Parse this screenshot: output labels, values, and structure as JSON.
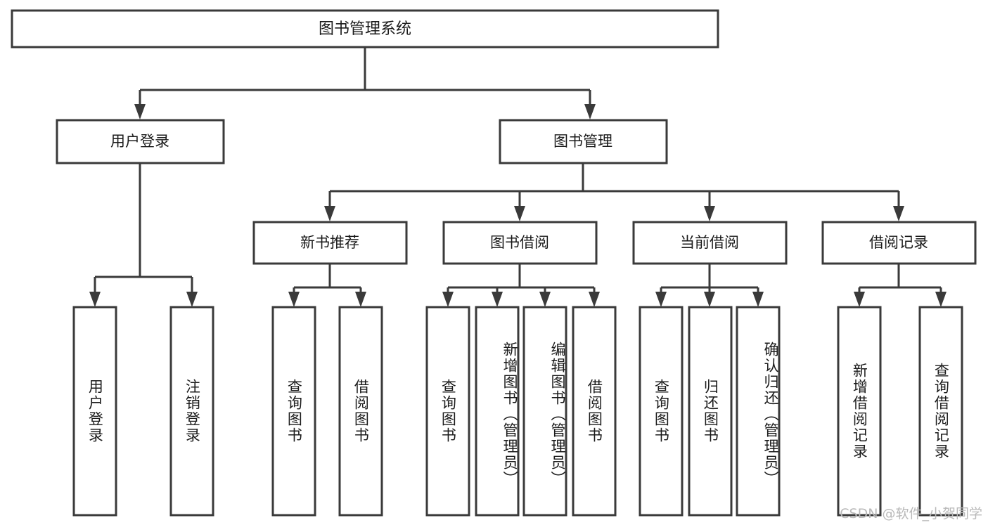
{
  "diagram": {
    "type": "tree-hierarchy",
    "title": "图书管理系统",
    "watermark": "CSDN @软件_小贺同学",
    "colors": {
      "box_stroke": "#3a3a3a",
      "box_fill": "#ffffff",
      "text": "#1a1a1a",
      "background": "#ffffff",
      "watermark": "#b9b9b9"
    },
    "root": {
      "label": "图书管理系统",
      "children": [
        {
          "label": "用户登录",
          "children": [
            {
              "label": "用户登录"
            },
            {
              "label": "注销登录"
            }
          ]
        },
        {
          "label": "图书管理",
          "children": [
            {
              "label": "新书推荐",
              "children": [
                {
                  "label": "查询图书"
                },
                {
                  "label": "借阅图书"
                }
              ]
            },
            {
              "label": "图书借阅",
              "children": [
                {
                  "label": "查询图书"
                },
                {
                  "label": "新增图书（管理员）"
                },
                {
                  "label": "编辑图书（管理员）"
                },
                {
                  "label": "借阅图书"
                }
              ]
            },
            {
              "label": "当前借阅",
              "children": [
                {
                  "label": "查询图书"
                },
                {
                  "label": "归还图书"
                },
                {
                  "label": "确认归还（管理员）"
                }
              ]
            },
            {
              "label": "借阅记录",
              "children": [
                {
                  "label": "新增借阅记录"
                },
                {
                  "label": "查询借阅记录"
                }
              ]
            }
          ]
        }
      ]
    },
    "nodes": {
      "root": "图书管理系统",
      "level2": [
        "用户登录",
        "图书管理"
      ],
      "level3": [
        "新书推荐",
        "图书借阅",
        "当前借阅",
        "借阅记录"
      ],
      "leaves_user": [
        "用户登录",
        "注销登录"
      ],
      "leaves_new_books": [
        "查询图书",
        "借阅图书"
      ],
      "leaves_borrow": [
        "查询图书",
        "新增图书（管理员）",
        "编辑图书（管理员）",
        "借阅图书"
      ],
      "leaves_current": [
        "查询图书",
        "归还图书",
        "确认归还（管理员）"
      ],
      "leaves_records": [
        "新增借阅记录",
        "查询借阅记录"
      ]
    }
  }
}
